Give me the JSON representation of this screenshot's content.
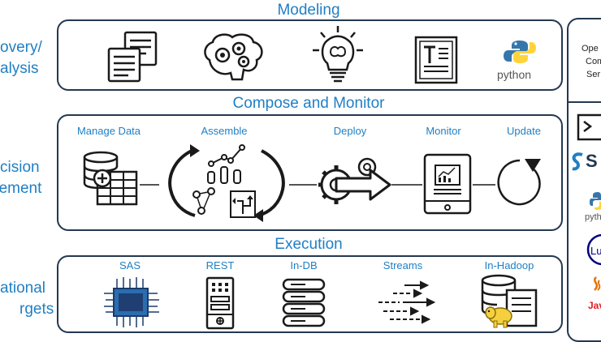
{
  "sections": {
    "modeling": "Modeling",
    "compose": "Compose and Monitor",
    "execution": "Execution"
  },
  "left_labels": {
    "discovery_line1": "overy/",
    "discovery_line2": "alysis",
    "decision_line1": "cision",
    "decision_line2": "gement",
    "operational_line1": "ational",
    "operational_line2": "rgets"
  },
  "compose_steps": [
    {
      "label": "Manage Data"
    },
    {
      "label": "Assemble"
    },
    {
      "label": "Deploy"
    },
    {
      "label": "Monitor"
    },
    {
      "label": "Update"
    }
  ],
  "execution_targets": [
    {
      "label": "SAS"
    },
    {
      "label": "REST"
    },
    {
      "label": "In-DB"
    },
    {
      "label": "Streams"
    },
    {
      "label": "In-Hadoop"
    }
  ],
  "modeling_icons": {
    "python_text": "python"
  },
  "right_panel": {
    "line1": "Ope",
    "line2": "Com",
    "line3": "Ser",
    "sas_text": "S",
    "python_text": "pyth",
    "lua_text": "Lu",
    "java_text": "Jav"
  },
  "colors": {
    "accent": "#1f7fc4",
    "stroke": "#24384f",
    "icon": "#1a1a1a"
  }
}
